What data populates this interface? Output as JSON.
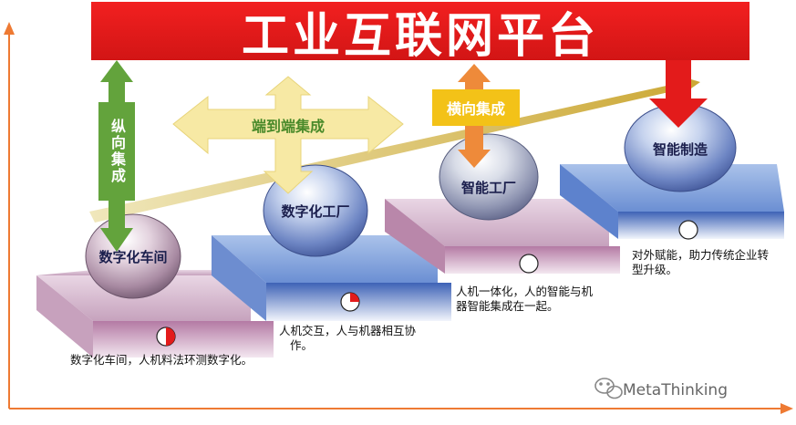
{
  "title": "工业互联网平台",
  "arrows": {
    "vertical": "纵向集成",
    "end_to_end": "端到端集成",
    "horizontal": "横向集成"
  },
  "stages": [
    {
      "name": "数字化车间",
      "description_lines": [
        "数字化车间，人机料法环测数字化。"
      ],
      "level": 0.5
    },
    {
      "name": "数字化工厂",
      "description_lines": [
        "人机交互，人与机器相互协",
        "作。"
      ],
      "level": 0.25
    },
    {
      "name": "智能工厂",
      "description_lines": [
        "人机一体化，人的智能与机",
        "器智能集成在一起。"
      ],
      "level": 0
    },
    {
      "name": "智能制造",
      "description_lines": [
        "对外赋能，助力传统企业转",
        "型升级。"
      ],
      "level": 0
    }
  ],
  "watermark": "MetaThinking",
  "colors": {
    "banner_red": "#e31b1b",
    "axis_orange": "#ee7a33",
    "step_pink": "#b984a8",
    "step_blue": "#4f79c8",
    "green_arrow": "#63a33c",
    "cream_arrow": "#f7e9a4",
    "orange_arrow": "#ee8a3a",
    "yellow_arrow": "#f3c218",
    "gold_arrow": "#d2b24a"
  },
  "icons": [
    "wechat-icon"
  ]
}
